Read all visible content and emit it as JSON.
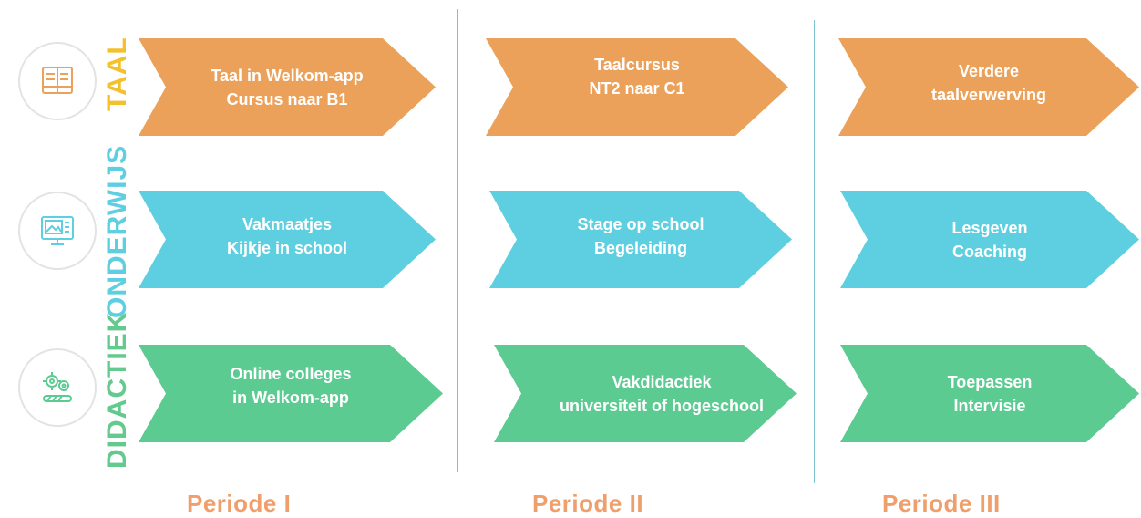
{
  "colors": {
    "taal": "#eba15a",
    "didactiek": "#5dcfe0",
    "onderwijs": "#5dcfe0",
    "groen": "#5ccb92",
    "period_text": "#ef9f6c",
    "label_taal": "#f3c12b",
    "label_didactiek": "#63c98c",
    "label_onderwijs": "#5dcfe0"
  },
  "row_labels": {
    "taal": "TAAL",
    "didactiek": "DIDACTIEK",
    "onderwijs": "ONDERWIJS"
  },
  "icons": {
    "taal": "book-icon",
    "onderwijs": "monitor-image-icon",
    "didactiek": "gears-icon"
  },
  "rows": {
    "taal": [
      {
        "line1": "Taal in Welkom-app",
        "line2": "Cursus naar B1"
      },
      {
        "line1": "Taalcursus",
        "line2": "NT2 naar C1"
      },
      {
        "line1": "Verdere",
        "line2": "taalverwerving"
      }
    ],
    "onderwijs": [
      {
        "line1": "Vakmaatjes",
        "line2": "Kijkje in school"
      },
      {
        "line1": "Stage op school",
        "line2": "Begeleiding"
      },
      {
        "line1": "Lesgeven",
        "line2": "Coaching"
      }
    ],
    "didactiek": [
      {
        "line1": "Online colleges",
        "line2": "in Welkom-app"
      },
      {
        "line1": "Vakdidactiek",
        "line2": "universiteit of hogeschool"
      },
      {
        "line1": "Toepassen",
        "line2": "Intervisie"
      }
    ]
  },
  "periods": [
    "Periode I",
    "Periode II",
    "Periode III"
  ]
}
